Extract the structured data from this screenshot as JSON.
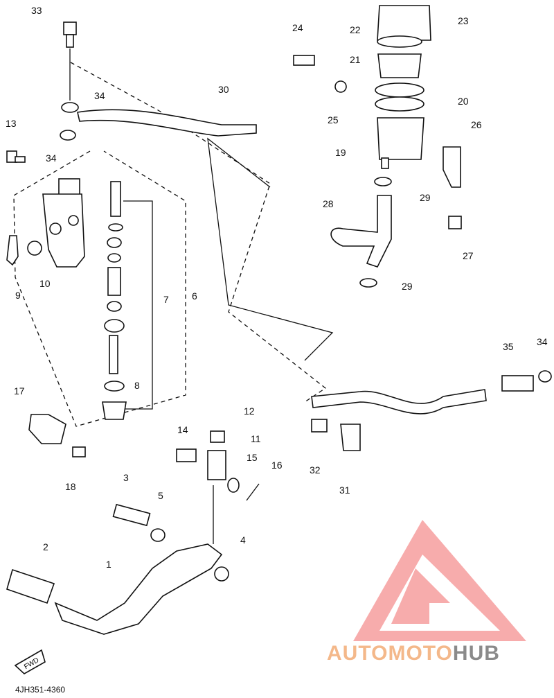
{
  "diagram": {
    "part_code": "4JH351-4360",
    "fwd_label": "FWD",
    "callouts": [
      "33",
      "34",
      "34",
      "13",
      "9",
      "10",
      "7",
      "6",
      "8",
      "17",
      "18",
      "30",
      "24",
      "22",
      "23",
      "21",
      "20",
      "25",
      "26",
      "19",
      "29",
      "28",
      "27",
      "29",
      "35",
      "34",
      "32",
      "31",
      "12",
      "11",
      "14",
      "15",
      "16",
      "3",
      "5",
      "4",
      "2",
      "1"
    ]
  },
  "watermark": {
    "part1": "AUTO",
    "part2": "MOTO",
    "part3": "HUB",
    "colors": {
      "accent": "#f4a57a",
      "gray": "#8a8a8a",
      "logo": "#f26a6a"
    }
  }
}
